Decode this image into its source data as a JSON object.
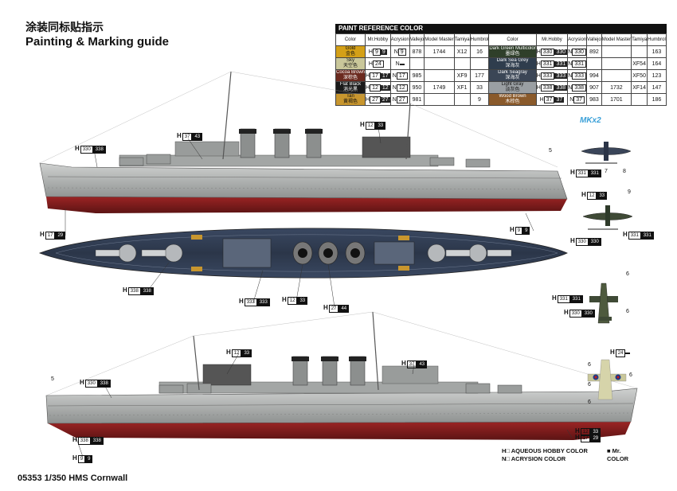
{
  "title_cn": "涂装同标贴指示",
  "title_en": "Painting & Marking guide",
  "footer": "05353 1/350 HMS Cornwall",
  "mkx2": "MKx2",
  "table": {
    "title": "PAINT REFERENCE COLOR",
    "headers": [
      "Color",
      "Mr.Hobby",
      "Acrysion",
      "Vallejo",
      "Model Master",
      "Tamiya",
      "Humbrol"
    ],
    "left": [
      {
        "name": "Gold",
        "cn": "金色",
        "color": "#d4a017",
        "h1": "9",
        "h2": "9",
        "vallejo": "878",
        "mm": "1744",
        "tamiya": "X12",
        "humbrol": "16"
      },
      {
        "name": "Sky",
        "cn": "天空色",
        "color": "#c9c79a",
        "h1": "24",
        "h2": "",
        "vallejo": "",
        "mm": "",
        "tamiya": "",
        "humbrol": ""
      },
      {
        "name": "Cocoa Brown",
        "cn": "深棕色",
        "color": "#6b2a1f",
        "h1": "17",
        "h2": "17",
        "vallejo": "985",
        "mm": "",
        "tamiya": "XF9",
        "humbrol": "177"
      },
      {
        "name": "Flat Black",
        "cn": "消光黑",
        "color": "#1a1a1a",
        "h1": "12",
        "h2": "12",
        "vallejo": "950",
        "mm": "1749",
        "tamiya": "XF1",
        "humbrol": "33"
      },
      {
        "name": "Tan",
        "cn": "黄褐色",
        "color": "#c8962e",
        "h1": "27",
        "h2": "27",
        "vallejo": "981",
        "mm": "",
        "tamiya": "",
        "humbrol": "9"
      }
    ],
    "right": [
      {
        "name": "Dark Green Multicolor",
        "cn": "墨绿色",
        "color": "#2f3f2a",
        "h1": "330",
        "h2": "330",
        "vallejo": "892",
        "mm": "",
        "tamiya": "",
        "humbrol": "163"
      },
      {
        "name": "Dark Sea Grey",
        "cn": "深海灰",
        "color": "#2f3d4d",
        "h1": "331",
        "h2": "331",
        "vallejo": "",
        "mm": "",
        "tamiya": "XF54",
        "humbrol": "164"
      },
      {
        "name": "Dark Seagray",
        "cn": "深海灰",
        "color": "#3b4656",
        "h1": "333",
        "h2": "333",
        "vallejo": "994",
        "mm": "",
        "tamiya": "XF50",
        "humbrol": "123"
      },
      {
        "name": "Light Gray",
        "cn": "淡灰色",
        "color": "#9a9fa3",
        "h1": "338",
        "h2": "338",
        "vallejo": "907",
        "mm": "1732",
        "tamiya": "XF14",
        "humbrol": "147"
      },
      {
        "name": "Wood Brown",
        "cn": "木棕色",
        "color": "#8a5a2b",
        "h1": "37",
        "h2": "37",
        "vallejo": "983",
        "mm": "1701",
        "mm2": "",
        "tamiya": "",
        "humbrol": "186"
      }
    ]
  },
  "labels": [
    {
      "h": "H",
      "a": "37",
      "b": "43"
    },
    {
      "h": "H",
      "a": "12",
      "b": "33"
    },
    {
      "h": "H",
      "a": "330",
      "b": "338"
    },
    {
      "h": "H",
      "a": "17",
      "b": "29"
    },
    {
      "h": "H",
      "a": "9",
      "b": "9"
    },
    {
      "h": "H",
      "a": "338",
      "b": "338"
    },
    {
      "h": "H",
      "a": "333",
      "b": "333"
    },
    {
      "h": "H",
      "a": "12",
      "b": "33"
    },
    {
      "h": "H",
      "a": "27",
      "b": "44"
    },
    {
      "h": "H",
      "a": "12",
      "b": "33"
    },
    {
      "h": "H",
      "a": "37",
      "b": "43"
    },
    {
      "h": "H",
      "a": "330",
      "b": "338"
    },
    {
      "h": "H",
      "a": "338",
      "b": "338"
    },
    {
      "h": "H",
      "a": "9",
      "b": "9"
    },
    {
      "h": "H",
      "a": "12",
      "b": "33"
    },
    {
      "h": "H",
      "a": "17",
      "b": "29"
    },
    {
      "h": "H",
      "a": "331",
      "b": "331"
    },
    {
      "h": "H",
      "a": "12",
      "b": "33"
    },
    {
      "h": "H",
      "a": "330",
      "b": "330"
    },
    {
      "h": "H",
      "a": "331",
      "b": "331"
    },
    {
      "h": "H",
      "a": "331",
      "b": "331"
    },
    {
      "h": "H",
      "a": "330",
      "b": "330"
    },
    {
      "h": "H",
      "a": "24",
      "b": ""
    }
  ],
  "numbers": [
    "5",
    "5",
    "7",
    "8",
    "9",
    "6",
    "6",
    "6",
    "6",
    "6",
    "6"
  ],
  "legend": {
    "line1": "H□ AQUEOUS HOBBY COLOR",
    "line2": "N□ ACRYSION COLOR",
    "mr": "■ Mr. COLOR"
  },
  "colors": {
    "hull": "#a9abaa",
    "red": "#7a1c1c",
    "deck": "#2e3a4f",
    "dark": "#444"
  }
}
